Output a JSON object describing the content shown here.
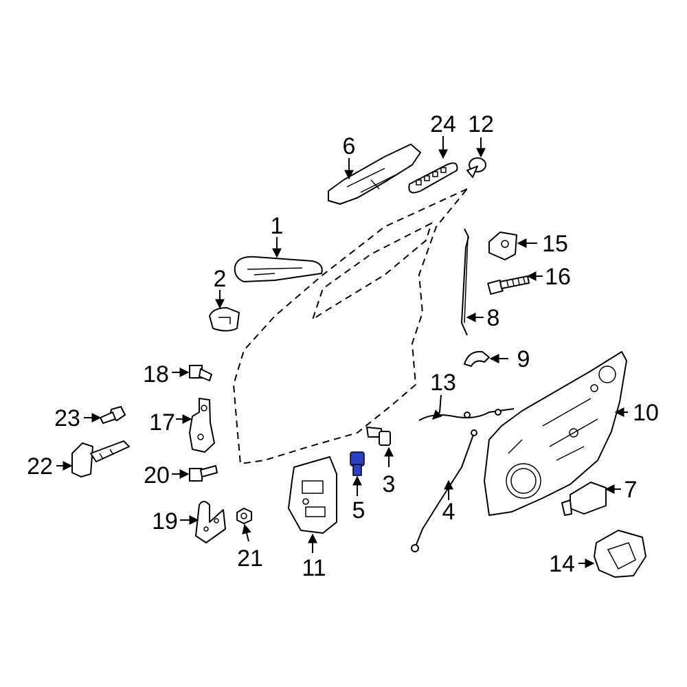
{
  "highlight_color": "#2a40c8",
  "callouts": {
    "c1": "1",
    "c2": "2",
    "c3": "3",
    "c4": "4",
    "c5": "5",
    "c6": "6",
    "c7": "7",
    "c8": "8",
    "c9": "9",
    "c10": "10",
    "c11": "11",
    "c12": "12",
    "c13": "13",
    "c14": "14",
    "c15": "15",
    "c16": "16",
    "c17": "17",
    "c18": "18",
    "c19": "19",
    "c20": "20",
    "c21": "21",
    "c22": "22",
    "c23": "23",
    "c24": "24"
  }
}
